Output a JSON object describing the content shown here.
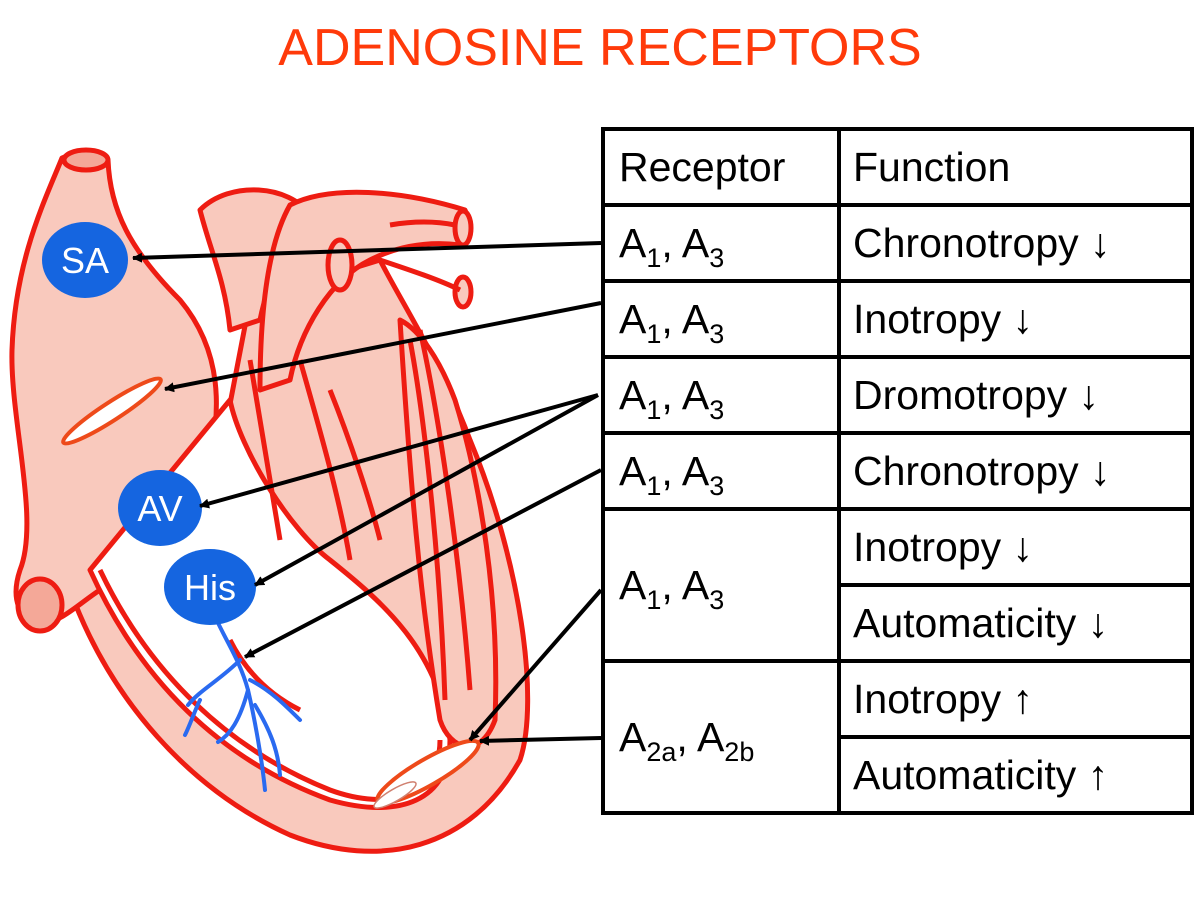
{
  "title": "ADENOSINE RECEPTORS",
  "colors": {
    "title": "#ff3a0a",
    "heart_outline": "#ee1c12",
    "heart_fill": "#f9c9bd",
    "node": "#1565e0",
    "purkinje": "#2a6af0"
  },
  "heart_labels": {
    "sa": "SA",
    "av": "AV",
    "his": "His"
  },
  "table": {
    "headers": {
      "receptor": "Receptor",
      "function": "Function"
    },
    "rows": [
      {
        "receptor": {
          "a": "A",
          "s1": "1",
          "sep": ", ",
          "b": "A",
          "s2": "3"
        },
        "functions": [
          "Chronotropy ↓"
        ]
      },
      {
        "receptor": {
          "a": "A",
          "s1": "1",
          "sep": ", ",
          "b": "A",
          "s2": "3"
        },
        "functions": [
          "Inotropy ↓"
        ]
      },
      {
        "receptor": {
          "a": "A",
          "s1": "1",
          "sep": ", ",
          "b": "A",
          "s2": "3"
        },
        "functions": [
          "Dromotropy ↓"
        ]
      },
      {
        "receptor": {
          "a": "A",
          "s1": "1",
          "sep": ", ",
          "b": "A",
          "s2": "3"
        },
        "functions": [
          "Chronotropy ↓"
        ]
      },
      {
        "receptor": {
          "a": "A",
          "s1": "1",
          "sep": ", ",
          "b": "A",
          "s2": "3"
        },
        "functions": [
          "Inotropy ↓",
          "Automaticity ↓"
        ]
      },
      {
        "receptor": {
          "a": "A",
          "s1": "2a",
          "sep": ", ",
          "b": "A",
          "s2": "2b"
        },
        "functions": [
          "Inotropy ↑",
          "Automaticity ↑"
        ]
      }
    ]
  }
}
